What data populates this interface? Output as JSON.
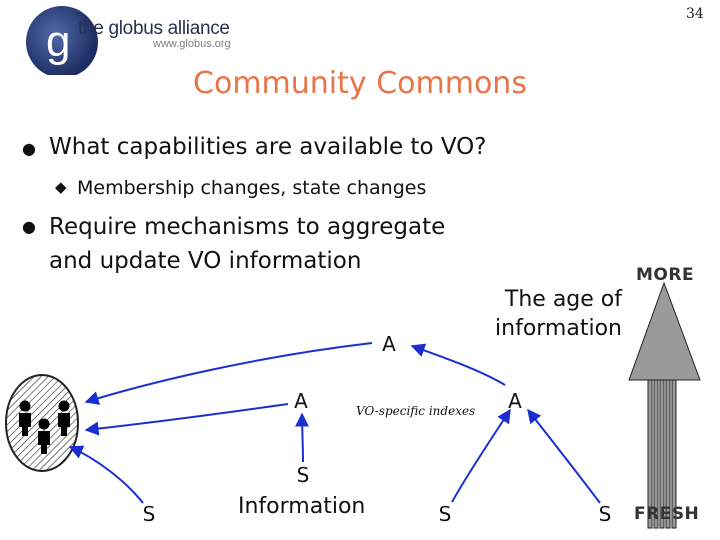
{
  "header": {
    "page_number": "34",
    "logo_letter": "g",
    "logo_name": "the globus alliance",
    "logo_url": "www.globus.org"
  },
  "title": "Community Commons",
  "bullets": [
    {
      "text": "What capabilities are available to VO?"
    },
    {
      "text": "Membership changes, state changes"
    },
    {
      "line1": "Require mechanisms to aggregate",
      "line2": "and update VO information"
    }
  ],
  "diagram": {
    "aggregator_label": "A",
    "source_label": "S",
    "age_line1": "The age of",
    "age_line2": "information",
    "vo_indexes": "VO-specific indexes",
    "information": "Information",
    "more": "MORE",
    "fresh": "FRESH"
  },
  "colors": {
    "title": "#e8744a",
    "arrows": "#1b2fd1",
    "freshness_arrow": "#9a9a9a"
  }
}
